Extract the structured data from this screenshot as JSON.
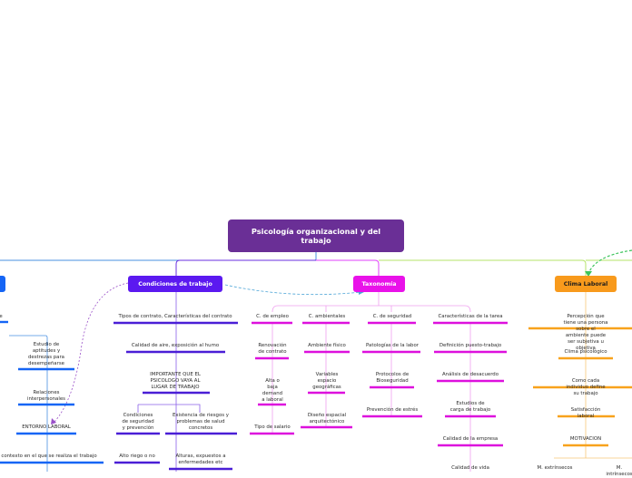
{
  "root": {
    "title": "Psicología organizacional y del trabajo"
  },
  "colors": {
    "root": "#6a2f96",
    "edge_left": "#4a90e2",
    "edge_condiciones": "#6a2fe0",
    "edge_taxonomia": "#e040fb",
    "edge_clima": "#b6e36a",
    "edge_far_right": "#3cc45c",
    "node_left": "#1565f5",
    "node_condiciones": "#5b19f0",
    "node_taxonomia": "#e912e9",
    "node_clima": "#f89a1c",
    "underline_left": "#1565f5",
    "underline_condiciones": "#4a1ed6",
    "underline_taxonomia": "#dd10dd",
    "underline_clima": "#f8a21c"
  },
  "branches": {
    "left": {
      "edge_label": "e",
      "items": [
        "Estudio de\naptitudes y\ndestrezas para\ndesempeñarse",
        "Relaciones\ninterpersonales",
        "ENTORNO LABORAL",
        "contexto en el que se realiza el trabajo"
      ]
    },
    "condiciones": {
      "label": "Condiciones de trabajo",
      "items": [
        "Tipos de contrato, Características del contrato",
        "Calidad de aire, exposición al humo",
        "IMPORTANTE QUE EL\nPSICOLOGO VAYA AL\nLUGAR DE TRABAJO",
        "Condiciones\nde seguridad\ny prevención",
        "Existencia de riesgos y\nproblemas de salud\nconcretos",
        "Alto riego o no",
        "Alturas, expuestos a\nenfermedades etc"
      ]
    },
    "taxonomia": {
      "label": "Taxonomía",
      "columns": [
        {
          "header": "C. de empleo",
          "items": [
            "Renovación\nde contrato",
            "Alta o\nbaja\ndemand\na laboral",
            "Tipo de salario"
          ]
        },
        {
          "header": "C. ambientales",
          "items": [
            "Ambiente físico",
            "Variables\nespacio\ngeográficas",
            "Diseño espacial\narquitectónico"
          ]
        },
        {
          "header": "C. de seguridad",
          "items": [
            "Patologías de la labor",
            "Protocolos de\nBioseguridad",
            "Prevención de estrés"
          ]
        },
        {
          "header": "Características de la tarea",
          "items": [
            "Definición puesto-trabajo",
            "Análisis de desacuerdo",
            "Estudios de\ncarga de trabajo",
            "Calidad de la empresa",
            "Calidad de vida"
          ]
        }
      ]
    },
    "clima": {
      "label": "Clima Laboral",
      "items": [
        "Percepción que tiene una persona sobre el\nambiente puede ser subjetiva u objetiva",
        "Clima psicológico",
        "Como cada individuo define su trabajo",
        "Satisfacción laboral",
        "MOTIVACION",
        "M. extrínsecos",
        "M. intrínsecos"
      ]
    }
  }
}
